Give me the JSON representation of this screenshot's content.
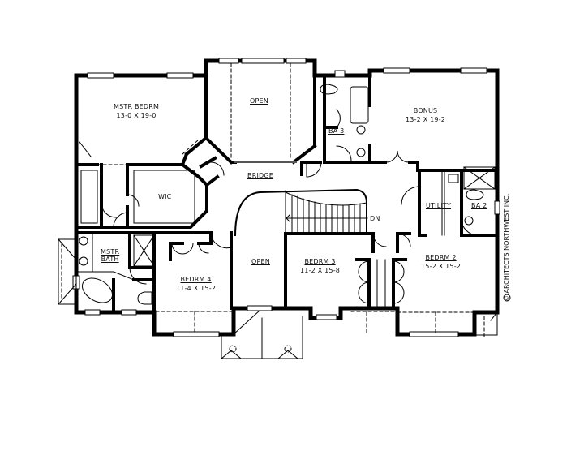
{
  "plan": {
    "type": "second-floor plan",
    "wall_color": "#000000",
    "background": "#ffffff",
    "window_color": "#ffffff"
  },
  "rooms": {
    "mstr_bedrm": {
      "name": "MSTR BEDRM",
      "dim": "13-0 X 19-0"
    },
    "open_top": {
      "name": "OPEN"
    },
    "ba3": {
      "name": "BA 3"
    },
    "bonus": {
      "name": "BONUS",
      "dim": "13-2 X 19-2"
    },
    "bridge": {
      "name": "BRIDGE"
    },
    "wic": {
      "name": "WIC"
    },
    "utility": {
      "name": "UTILITY"
    },
    "ba2": {
      "name": "BA 2"
    },
    "dn": {
      "name": "DN"
    },
    "mstr_bath": {
      "name": "MSTR",
      "name2": "BATH"
    },
    "bedrm4": {
      "name": "BEDRM 4",
      "dim": "11-4 X 15-2"
    },
    "open_mid": {
      "name": "OPEN"
    },
    "bedrm3": {
      "name": "BEDRM 3",
      "dim": "11-2 X 15-8"
    },
    "bedrm2": {
      "name": "BEDRM 2",
      "dim": "15-2 X 15-2"
    }
  },
  "copyright": "© ARCHITECTS NORTHWEST INC."
}
